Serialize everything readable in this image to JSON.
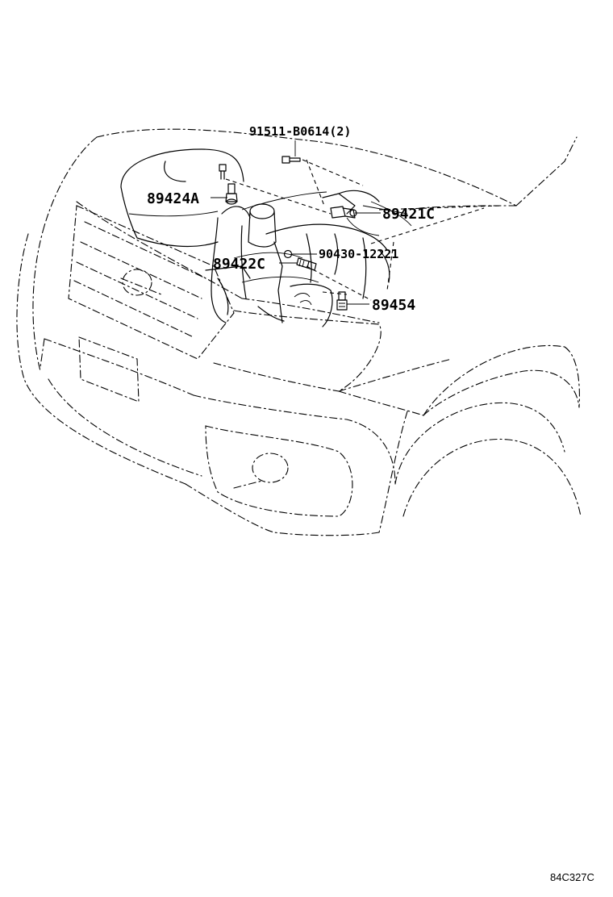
{
  "labels": {
    "bolt_top": "91511-B0614(2)",
    "part_89424A": "89424A",
    "part_89421C": "89421C",
    "part_89422C": "89422C",
    "bolt_mid": "90430-12221",
    "part_89454": "89454"
  },
  "figure_code": "84C327C"
}
